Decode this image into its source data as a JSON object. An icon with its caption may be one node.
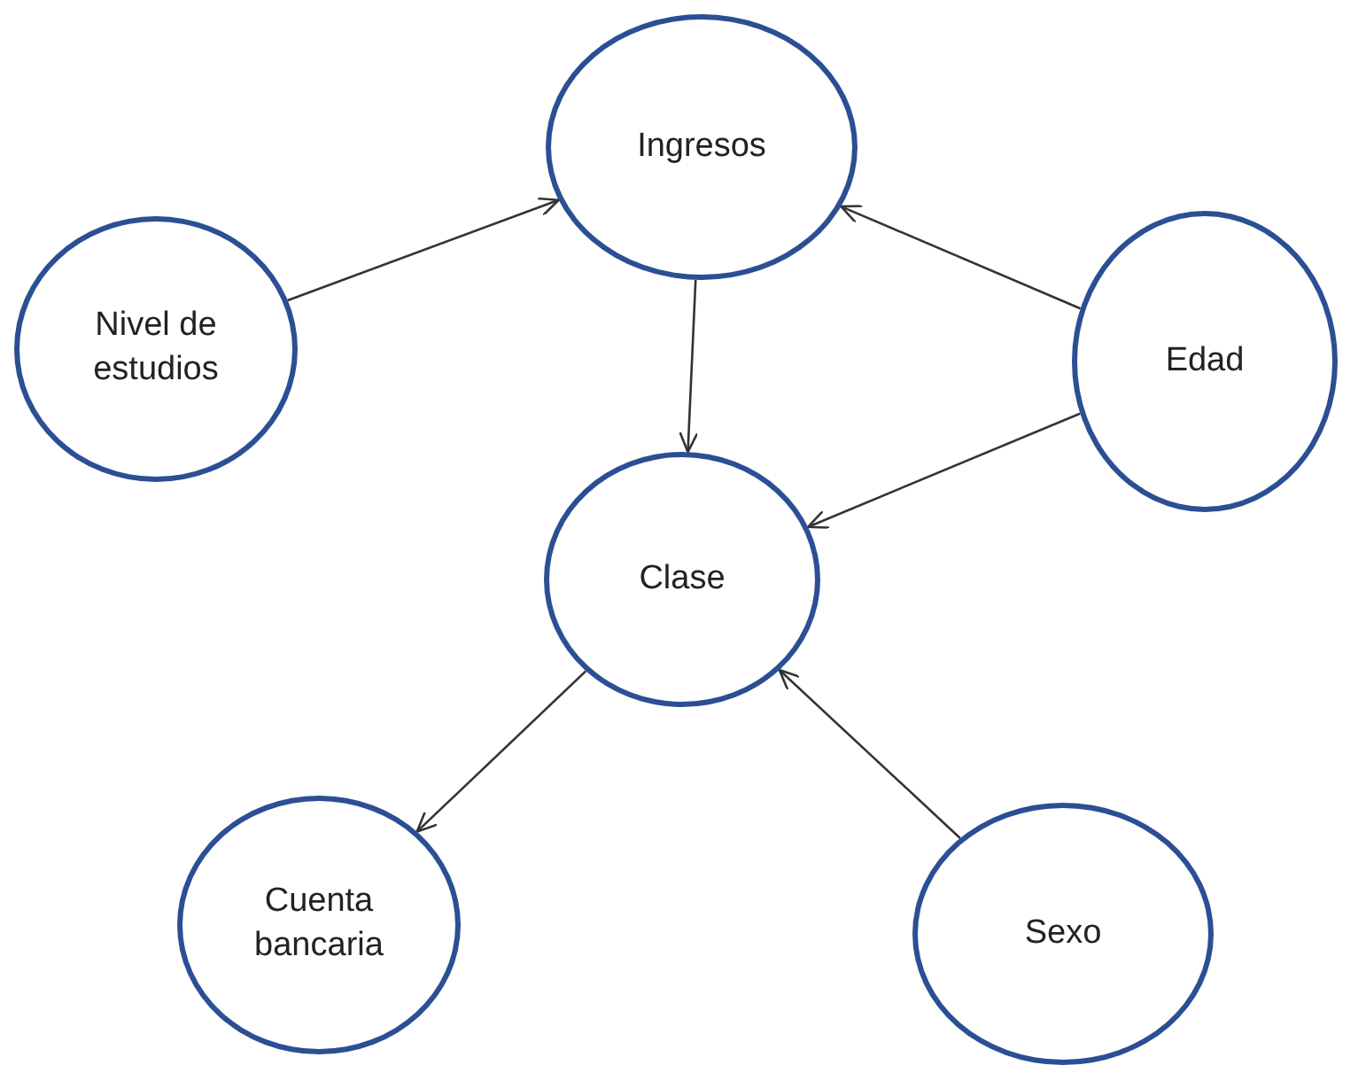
{
  "diagram": {
    "nodes": [
      {
        "text": [
          "Ingresos"
        ]
      },
      {
        "text": [
          "Nivel de estudios"
        ]
      },
      {
        "text": [
          "Edad"
        ]
      },
      {
        "text": [
          "Clase"
        ]
      },
      {
        "text": [
          "Cuenta bancaria"
        ]
      },
      {
        "text": [
          "Sexo"
        ]
      }
    ],
    "edges": [
      {
        "from": 1,
        "to": 0,
        "arrow": "to"
      },
      {
        "from": 2,
        "to": 0,
        "arrow": "to"
      },
      {
        "from": 0,
        "to": 3,
        "arrow": "to"
      },
      {
        "from": 2,
        "to": 3,
        "arrow": "to"
      },
      {
        "from": 3,
        "to": 4,
        "arrow": "to"
      },
      {
        "from": 5,
        "to": 3,
        "arrow": "to"
      }
    ]
  }
}
